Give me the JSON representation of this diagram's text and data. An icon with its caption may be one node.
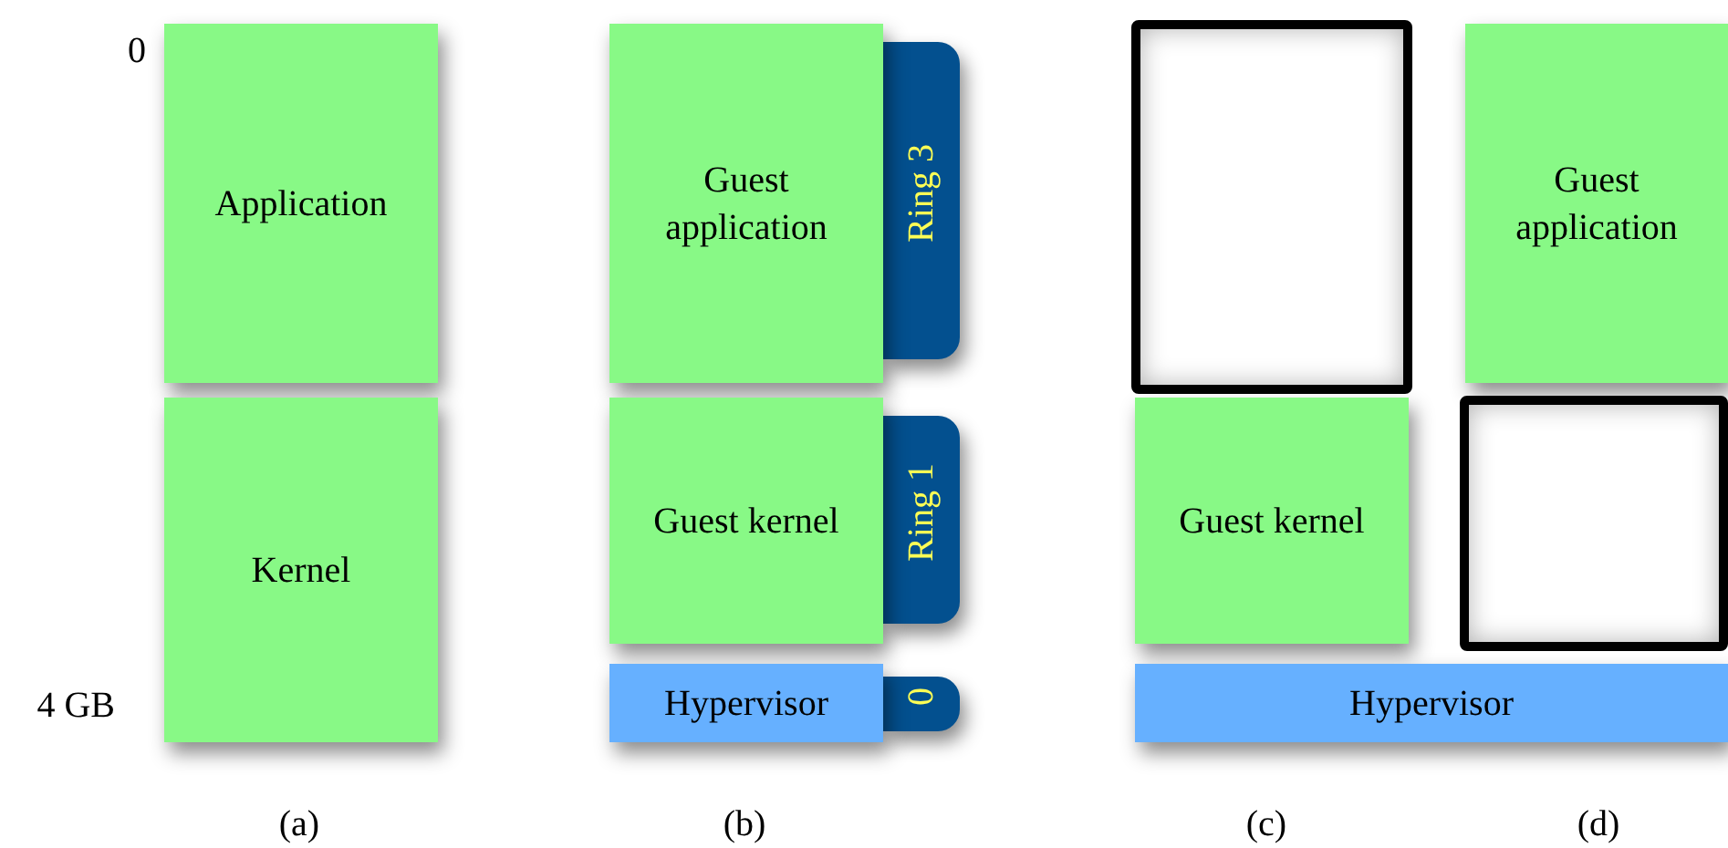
{
  "diagram": {
    "nodes": [
      {
        "text": [
          "Application"
        ]
      },
      {
        "text": [
          "Kernel"
        ]
      },
      {
        "text": [
          "Guest application"
        ]
      },
      {
        "text": [
          "Ring 3"
        ]
      },
      {
        "text": [
          "Guest kernel"
        ]
      },
      {
        "text": [
          "Ring 1"
        ]
      },
      {
        "text": [
          "Hypervisor"
        ]
      },
      {
        "text": [
          "0"
        ]
      },
      {
        "text": [],
        "shape": "box"
      },
      {
        "text": [
          "Guest application"
        ]
      },
      {
        "text": [
          "Guest kernel"
        ]
      },
      {
        "text": [],
        "shape": "box"
      },
      {
        "text": [
          "Hypervisor"
        ]
      }
    ],
    "labels": [
      "0",
      "4 GB",
      "(a)",
      "(b)",
      "(c)",
      "(d)"
    ]
  }
}
